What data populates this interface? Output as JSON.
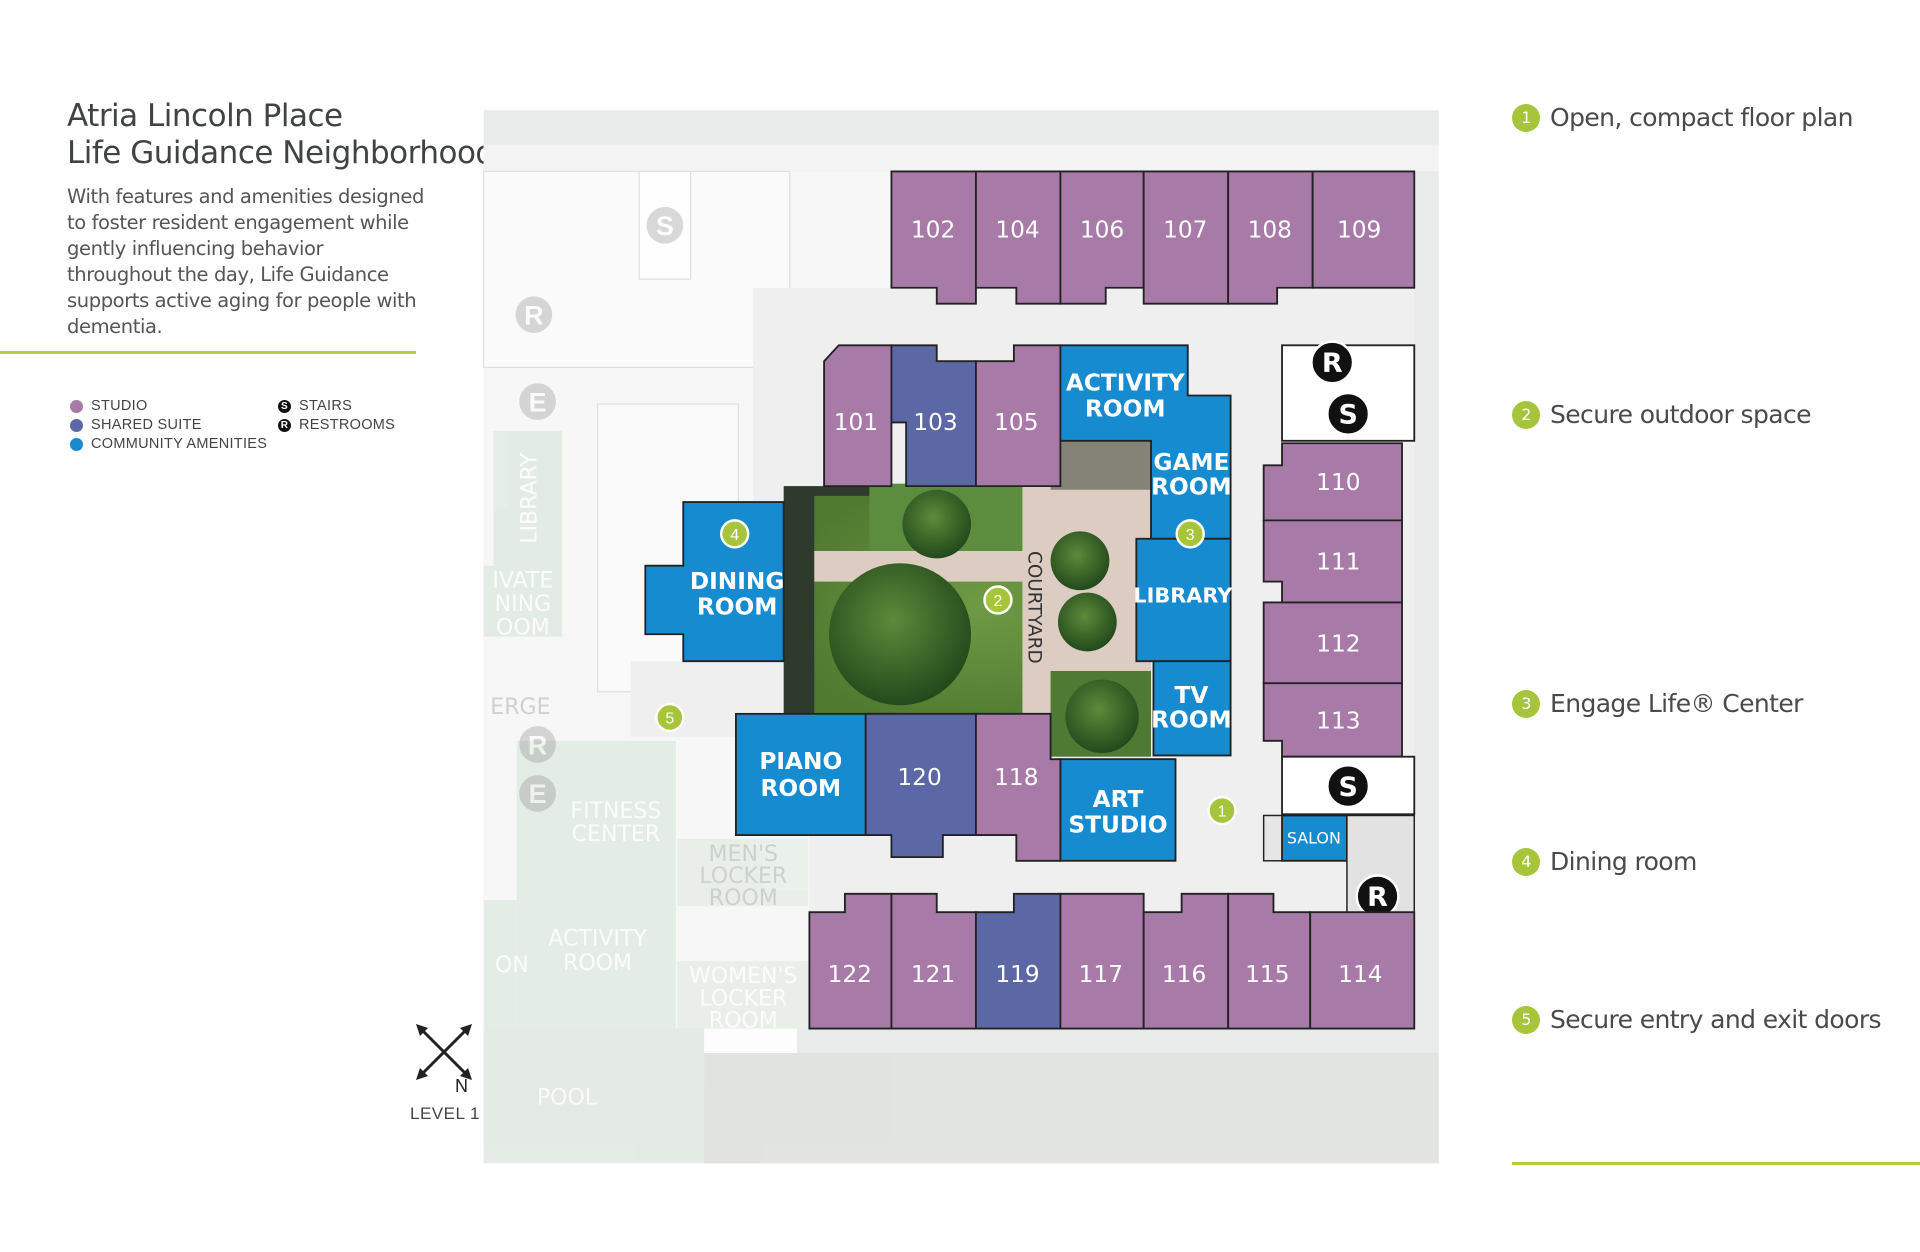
{
  "header": {
    "title_line1": "Atria Lincoln Place",
    "title_line2": "Life Guidance Neighborhood",
    "description": "With features and amenities designed to foster resident engagement while gently influencing behavior throughout the day, Life Guidance supports active aging for people with dementia."
  },
  "legend": {
    "items": [
      {
        "label": "STUDIO",
        "color": "#a77aa8"
      },
      {
        "label": "SHARED SUITE",
        "color": "#5b68a5"
      },
      {
        "label": "COMMUNITY AMENITIES",
        "color": "#168bd0"
      }
    ],
    "symbols": [
      {
        "glyph": "S",
        "label": "STAIRS"
      },
      {
        "glyph": "R",
        "label": "RESTROOMS"
      }
    ]
  },
  "features": [
    {
      "num": "1",
      "label": "Open, compact floor plan"
    },
    {
      "num": "2",
      "label": "Secure outdoor space"
    },
    {
      "num": "3",
      "label": "Engage Life® Center"
    },
    {
      "num": "4",
      "label": "Dining room"
    },
    {
      "num": "5",
      "label": "Secure entry and exit doors"
    }
  ],
  "map": {
    "rooms": {
      "r102": "102",
      "r104": "104",
      "r106": "106",
      "r107": "107",
      "r108": "108",
      "r109": "109",
      "r101": "101",
      "r103": "103",
      "r105": "105",
      "r110": "110",
      "r111": "111",
      "r112": "112",
      "r113": "113",
      "r120": "120",
      "r118": "118",
      "r122": "122",
      "r121": "121",
      "r119": "119",
      "r117": "117",
      "r116": "116",
      "r115": "115",
      "r114": "114"
    },
    "amenities": {
      "activity_1": "ACTIVITY",
      "activity_2": "ROOM",
      "game_1": "GAME",
      "game_2": "ROOM",
      "library": "LIBRARY",
      "tv_1": "TV",
      "tv_2": "ROOM",
      "art_1": "ART",
      "art_2": "STUDIO",
      "dining_1": "DINING",
      "dining_2": "ROOM",
      "piano_1": "PIANO",
      "piano_2": "ROOM",
      "salon": "SALON"
    },
    "courtyard": "COURTYARD",
    "faded": {
      "library": "LIBRARY",
      "private_1": "IVATE",
      "private_2": "NING",
      "private_3": "OOM",
      "concierge": "ERGE",
      "fitness_1": "FITNESS",
      "fitness_2": "CENTER",
      "mens_1": "MEN'S",
      "mens_2": "LOCKER",
      "mens_3": "ROOM",
      "activity_1": "ACTIVITY",
      "activity_2": "ROOM",
      "salon": "ON",
      "womens_1": "WOMEN'S",
      "womens_2": "LOCKER",
      "womens_3": "ROOM",
      "pool": "POOL"
    },
    "markers": [
      "1",
      "2",
      "3",
      "4",
      "5"
    ],
    "stairs": "S",
    "restroom": "R",
    "elevator": "E",
    "north": "N",
    "level": "LEVEL 1"
  }
}
